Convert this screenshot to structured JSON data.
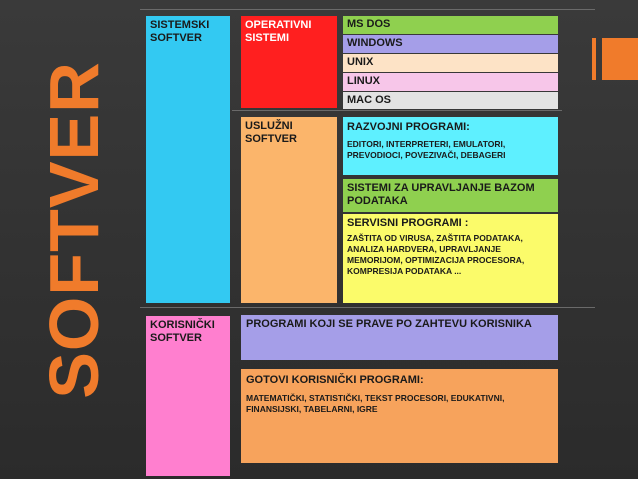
{
  "title": "SOFTVER",
  "sistemski": "SISTEMSKI SOFTVER",
  "operativni": "OPERATIVNI SISTEMI",
  "os": [
    "MS DOS",
    "WINDOWS",
    "UNIX",
    "LINUX",
    "MAC OS"
  ],
  "usluzni": "USLUŽNI SOFTVER",
  "razvojni": {
    "title": "RAZVOJNI PROGRAMI:",
    "text": "EDITORI, INTERPRETERI, EMULATORI, PREVODIOCI, POVEZIVAČI, DEBAGERI"
  },
  "baze": "SISTEMI ZA UPRAVLJANJE BAZOM PODATAKA",
  "servisni": {
    "title": "SERVISNI PROGRAMI :",
    "text": "ZAŠTITA OD VIRUSA, ZAŠTITA PODATAKA, ANALIZA HARDVERA, UPRAVLJANJE MEMORIJOM, OPTIMIZACIJA PROCESORA, KOMPRESIJA PODATAKA ..."
  },
  "korisnicki": "KORISNIČKI SOFTVER",
  "po_zahtevu": "PROGRAMI KOJI SE PRAVE PO ZAHTEVU KORISNIKA",
  "gotovi": {
    "title": "GOTOVI KORISNIČKI PROGRAMI:",
    "text": "MATEMATIČKI, STATISTIČKI, TEKST PROCESORI, EDUKATIVNI, FINANSIJSKI, TABELARNI, IGRE"
  },
  "colors": {
    "accent": "#f07b2b",
    "cyan": "#33c9f2",
    "red": "#ff1f1f",
    "pink": "#ff7fcf",
    "orange_light": "#fbb56b",
    "green": "#8fd04f",
    "lavender": "#a59ee8",
    "peach": "#fde3c6",
    "light_pink": "#f7c6e9",
    "light_gray": "#e3e3e3",
    "aqua": "#5ef0ff",
    "yellow": "#fbfb6a",
    "orange": "#f7a35c"
  }
}
